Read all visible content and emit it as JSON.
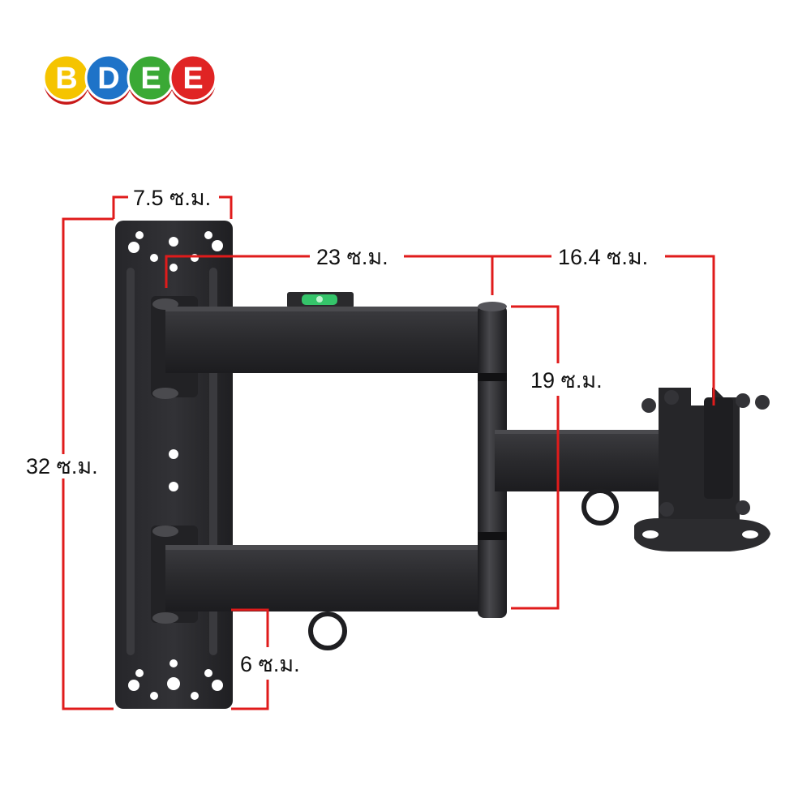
{
  "logo": {
    "letters": [
      "B",
      "D",
      "E",
      "E"
    ],
    "colors": [
      "#f5c400",
      "#1e73c8",
      "#3aa935",
      "#e02424"
    ]
  },
  "product": {
    "icon": "tv-wall-mount-swivel-arm"
  },
  "dimensions": {
    "plate_width": "7.5 ซ.ม.",
    "plate_height": "32 ซ.ม.",
    "arm1_length": "23 ซ.ม.",
    "arm2_length": "16.4 ซ.ม.",
    "arm_spacing": "19 ซ.ม.",
    "offset": "6 ซ.ม."
  },
  "colors": {
    "dimension_line": "#e01b1b",
    "metal": "#2a2a2c",
    "metal_highlight": "#4a4a4e",
    "bubble_level": "#35c46a"
  }
}
